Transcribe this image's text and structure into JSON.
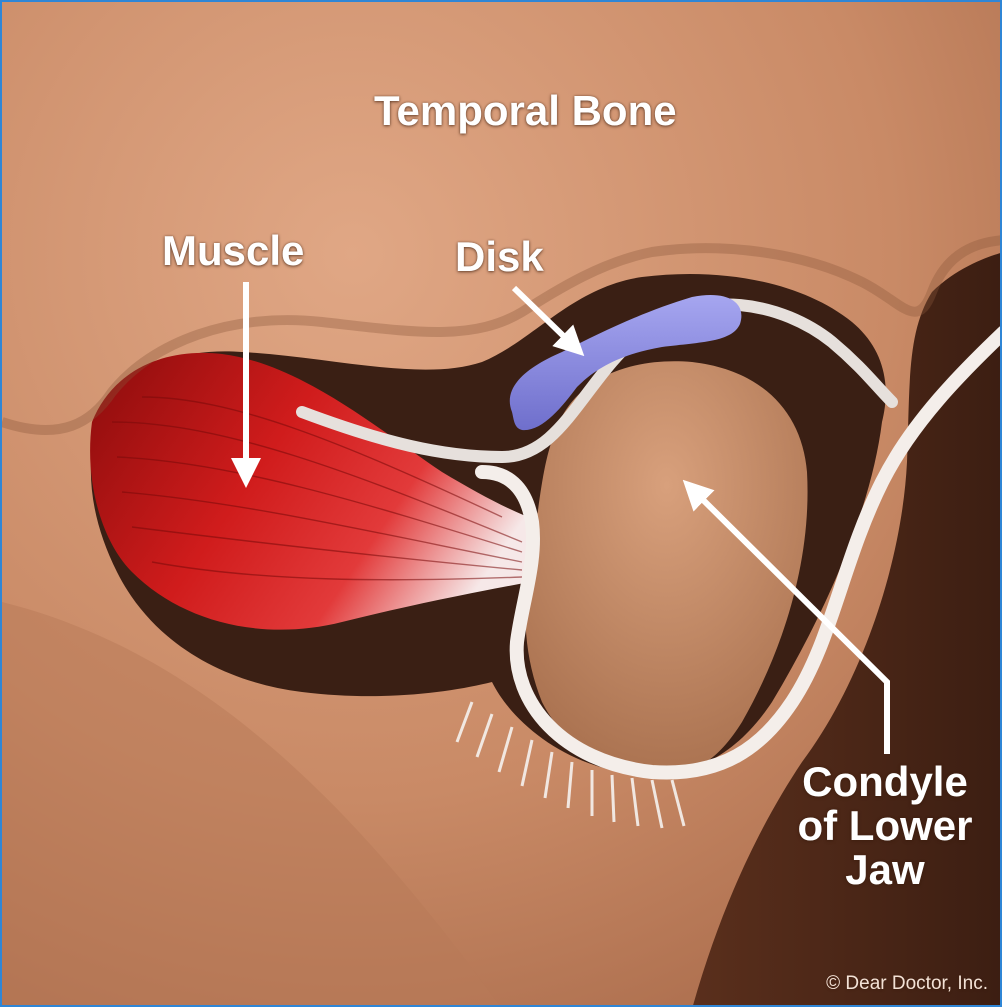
{
  "labels": {
    "temporal_bone": "Temporal Bone",
    "muscle": "Muscle",
    "disk": "Disk",
    "condyle_line1": "Condyle",
    "condyle_line2": "of Lower",
    "condyle_line3": "Jaw"
  },
  "copyright": "© Dear Doctor, Inc.",
  "colors": {
    "skin": "#c98a66",
    "cavity": "#3a1f14",
    "muscle": "#c81a1a",
    "disk": "#8e8ee0",
    "ligament": "#f2ece8",
    "border": "#2f86d6"
  }
}
